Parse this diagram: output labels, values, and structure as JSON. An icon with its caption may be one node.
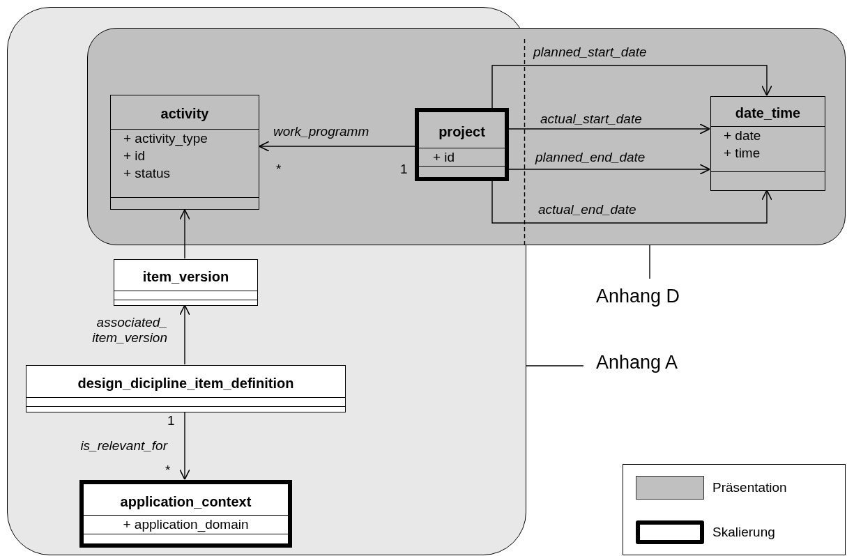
{
  "diagram": {
    "nodes": [
      {
        "text": [],
        "shape": "box"
      },
      {
        "text": [],
        "shape": "box"
      },
      {
        "text": [
          "activity",
          "+ activity_type",
          "+ id",
          "+ status"
        ]
      },
      {
        "text": [
          "project",
          "+ id"
        ]
      },
      {
        "text": [
          "date_time",
          "+ date",
          "+ time"
        ],
        "in": 1
      },
      {
        "text": [
          "item_version"
        ],
        "in": 0
      },
      {
        "text": [
          "design_dicipline_item_definition"
        ],
        "in": 0
      },
      {
        "text": [
          "application_context",
          "+ application_domain"
        ],
        "in": 0
      },
      {
        "text": [
          "Anhang D"
        ]
      },
      {
        "text": [
          "Anhang A"
        ]
      }
    ],
    "edges": [
      {
        "from": 3,
        "to": 2,
        "arrow": "to",
        "label": "work_programm"
      },
      {
        "from": 3,
        "to": 4,
        "arrow": "to",
        "label": "planned_start_date"
      },
      {
        "from": 3,
        "to": 4,
        "arrow": "to",
        "label": "actual_start_date"
      },
      {
        "from": 3,
        "to": 4,
        "arrow": "to",
        "label": "planned_end_date"
      },
      {
        "from": 3,
        "to": 4,
        "arrow": "to",
        "label": "actual_end_date"
      },
      {
        "from": 5,
        "to": 2,
        "arrow": "to"
      },
      {
        "from": 6,
        "to": 5,
        "arrow": "to",
        "label": "associated_ item_version"
      },
      {
        "from": 6,
        "to": 7,
        "arrow": "to",
        "label": "is_relevant_for"
      },
      {
        "from": 8,
        "to": 1,
        "arrow": "none"
      },
      {
        "from": 9,
        "to": 0,
        "arrow": "none"
      }
    ],
    "labels": [
      "*",
      "1",
      "1",
      "*"
    ],
    "legend": [
      {
        "text": "Präsentation",
        "color": "#c0c0c0"
      },
      {
        "text": "Skalierung"
      }
    ]
  }
}
